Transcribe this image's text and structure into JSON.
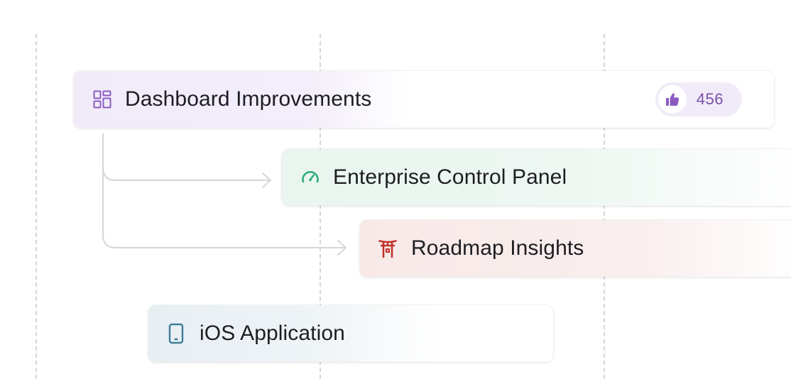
{
  "cards": {
    "dashboard": {
      "label": "Dashboard Improvements",
      "icon": "grid-layout-icon",
      "color": "#8a5cc2",
      "votes": "456",
      "vote_icon": "thumbs-up-icon"
    },
    "enterprise": {
      "label": "Enterprise Control Panel",
      "icon": "speedometer-icon",
      "color": "#2fae7d"
    },
    "roadmap": {
      "label": "Roadmap Insights",
      "icon": "torii-gate-icon",
      "color": "#c2332e"
    },
    "ios": {
      "label": "iOS Application",
      "icon": "tablet-icon",
      "color": "#3f7c9a"
    }
  },
  "colors": {
    "gridline": "#d3d6d9",
    "connector": "#d6d6d6",
    "vote_text": "#7b4fa6",
    "vote_bg": "#f1ebf9"
  }
}
